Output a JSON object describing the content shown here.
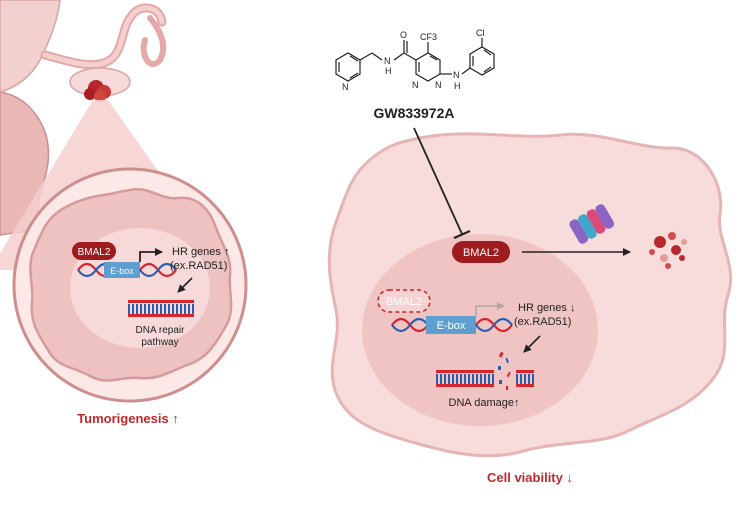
{
  "left_panel": {
    "protein_label": "BMAL2",
    "ebox_label": "E-box",
    "hr_genes_label": "HR genes ↑",
    "hr_genes_example": "(ex.RAD51)",
    "dna_repair_line1": "DNA repair",
    "dna_repair_line2": "pathway",
    "outcome_label": "Tumorigenesis ↑"
  },
  "drug": {
    "name": "GW833972A",
    "atoms": {
      "o": "O",
      "cf3": "CF3",
      "cl": "Cl",
      "nh": "N",
      "h": "H",
      "n_ring": "N"
    }
  },
  "right_panel": {
    "protein_label": "BMAL2",
    "inhibited_protein_label": "BMAL2",
    "ebox_label": "E-box",
    "hr_genes_label": "HR genes ↓",
    "hr_genes_example": "(ex.RAD51)",
    "dna_damage_label": "DNA damage↑",
    "outcome_label": "Cell viability ↓"
  },
  "colors": {
    "bmal2": "#9e1b1e",
    "outcome_text": "#c0282c",
    "cell_fill": "#f8dcdc",
    "nucleus_fill": "#f1c4c4",
    "ebox": "#5f9fd0",
    "dna_red": "#d9242b",
    "dna_blue": "#2a5fb0"
  }
}
